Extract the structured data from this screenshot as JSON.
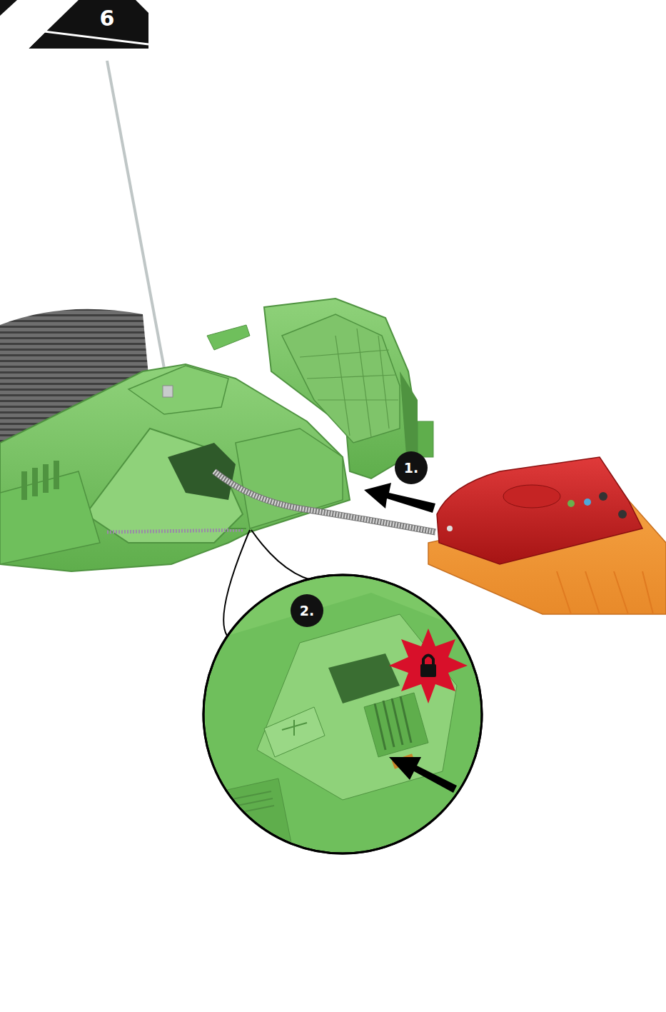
{
  "diagram": {
    "nodes": [
      {
        "text": [
          "6"
        ]
      },
      {
        "text": [
          "1."
        ]
      },
      {
        "text": [
          "2."
        ]
      }
    ]
  }
}
